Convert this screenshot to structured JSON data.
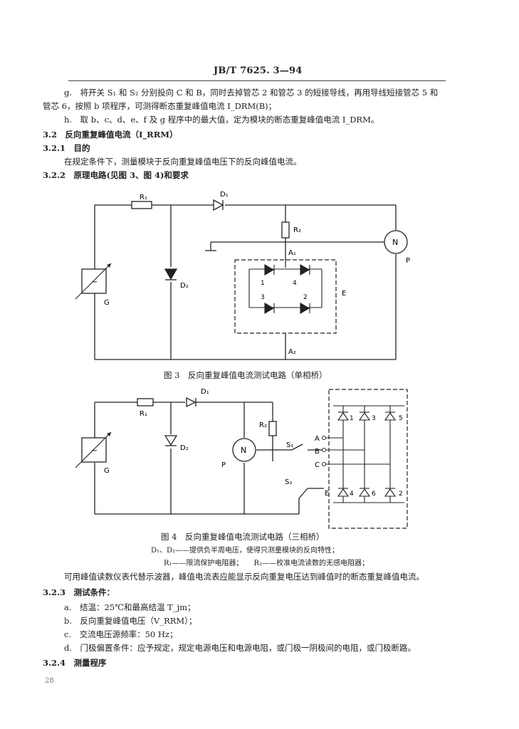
{
  "header": "JB/T 7625. 3—94",
  "paragraphs": {
    "g_line1": "g.　将开关 S₁ 和 S₂ 分别投向 C 和 B，同时去掉管芯 2 和管芯 3 的短接导线，再用导线短接管芯 5 和",
    "g_line2": "管芯 6，按照 b 项程序，可测得断态重复峰值电流 I_DRM(B)；",
    "h_line": "h.　取 b、c、d、e、f 及 g 程序中的最大值，定为模块的断态重复峰值电流 I_DRM。",
    "s32": "3.2　反向重复峰值电流（I_RRM）",
    "s321": "3.2.1　目的",
    "s321_body": "在规定条件下，测量模块于反向重复峰值电压下的反向峰值电流。",
    "s322": "3.2.2　原理电路(见图 3、图 4)和要求",
    "fig3_caption": "图 3　反向重复峰值电流测试电路（单相桥）",
    "fig4_caption": "图 4　反向重复峰值电流测试电路（三相桥）",
    "note1": "D₁、D₂——提供负半周电压，使得只测量模块的反向特性；",
    "note2": "R₁——限流保护电阻器；　　R₂——校准电流读数的无感电阻器；",
    "body_after": "可用峰值读数仪表代替示波器，峰值电流表应能显示反向重复电压达到峰值时的断态重复峰值电流。",
    "s323": "3.2.3　测试条件：",
    "cond_a": "a.　结温：25℃和最高结温 T_jm；",
    "cond_b": "b.　反向重复峰值电压（V_RRM）；",
    "cond_c": "c.　交流电压源频率：50 Hz；",
    "cond_d": "d.　门极偏置条件：应予规定，规定电源电压和电源电阻，或门极一阴极间的电阻，或门极断路。",
    "s324": "3.2.4　测量程序",
    "page_number": "28"
  },
  "fig3_labels": {
    "R1": "R₁",
    "D1": "D₁",
    "R2": "R₂",
    "N": "N",
    "P": "P",
    "A1": "A₁",
    "A2": "A₂",
    "D2": "D₂",
    "G": "G",
    "E": "E",
    "n1": "1",
    "n2": "2",
    "n3": "3",
    "n4": "4",
    "tilde": "~"
  },
  "fig4_labels": {
    "R1": "R₁",
    "D1": "D₁",
    "R2": "R₂",
    "N": "N",
    "P": "P",
    "D2": "D₂",
    "G": "G",
    "S1": "S₁",
    "S2": "S₂",
    "A": "A",
    "B": "B",
    "C": "C",
    "E": "E",
    "n1": "1",
    "n2": "2",
    "n3": "3",
    "n4": "4",
    "n5": "5",
    "n6": "6",
    "tilde": "~"
  }
}
